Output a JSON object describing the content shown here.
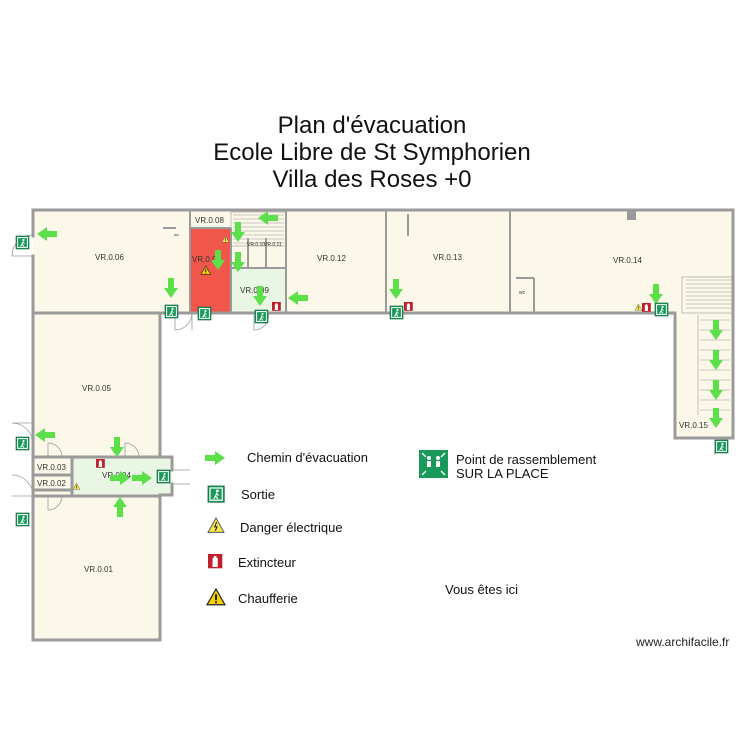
{
  "title": {
    "line1": "Plan d'évacuation",
    "line2": "Ecole Libre de St Symphorien",
    "line3": "Villa des Roses +0"
  },
  "rooms": [
    {
      "id": "VR.0.06"
    },
    {
      "id": "VR.0.07"
    },
    {
      "id": "VR.0.08"
    },
    {
      "id": "VR.0.09"
    },
    {
      "id": "VR.0.10"
    },
    {
      "id": "VR.0.11"
    },
    {
      "id": "VR.0.12"
    },
    {
      "id": "VR.0.13"
    },
    {
      "id": "VR.0.14"
    },
    {
      "id": "VR.0.15"
    },
    {
      "id": "VR.0.05"
    },
    {
      "id": "VR.0.04"
    },
    {
      "id": "VR.0.03"
    },
    {
      "id": "VR.0.02"
    },
    {
      "id": "VR.0.01"
    }
  ],
  "wc_labels": [
    "wc",
    "wc"
  ],
  "legend": {
    "path": "Chemin d'évacuation",
    "exit": "Sortie",
    "electric": "Danger électrique",
    "extinguisher": "Extincteur",
    "boiler": "Chaufferie",
    "assembly_line1": "Point de rassemblement",
    "assembly_line2": "SUR LA PLACE"
  },
  "you_are_here": "Vous êtes ici",
  "watermark": "www.archifacile.fr",
  "colors": {
    "floor": "#fbf8e9",
    "wall": "#9a9a9a",
    "arrow": "#5ce04a",
    "danger_room": "#f0564a",
    "corridor_green": "#eaf6e4",
    "exit_green": "#1a9a5a",
    "extinguisher_red": "#c0202a"
  }
}
